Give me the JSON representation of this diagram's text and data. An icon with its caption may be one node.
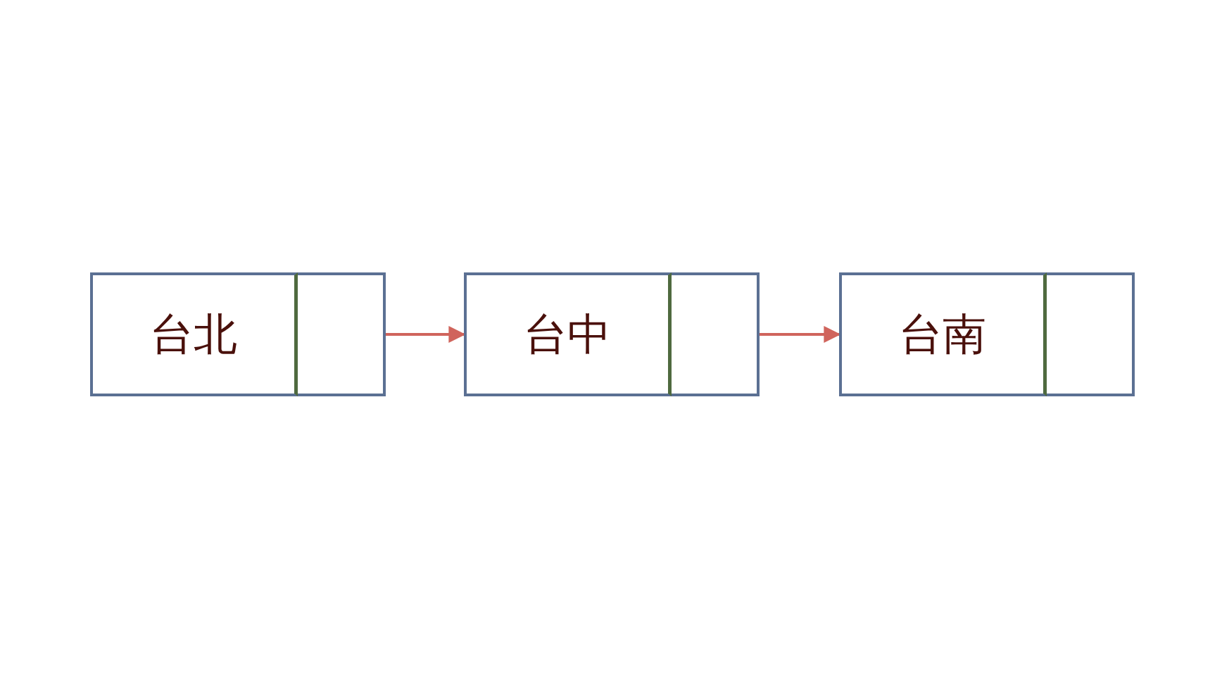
{
  "diagram": {
    "nodes": [
      {
        "text": [
          "台北"
        ]
      },
      {
        "text": [],
        "shape": "box"
      },
      {
        "text": [
          "台中"
        ]
      },
      {
        "text": [],
        "shape": "box"
      },
      {
        "text": [
          "台南"
        ]
      },
      {
        "text": [],
        "shape": "box"
      }
    ],
    "edges": [
      {
        "from": 1,
        "to": 2,
        "arrow": "to"
      },
      {
        "from": 3,
        "to": 4,
        "arrow": "to"
      }
    ]
  }
}
